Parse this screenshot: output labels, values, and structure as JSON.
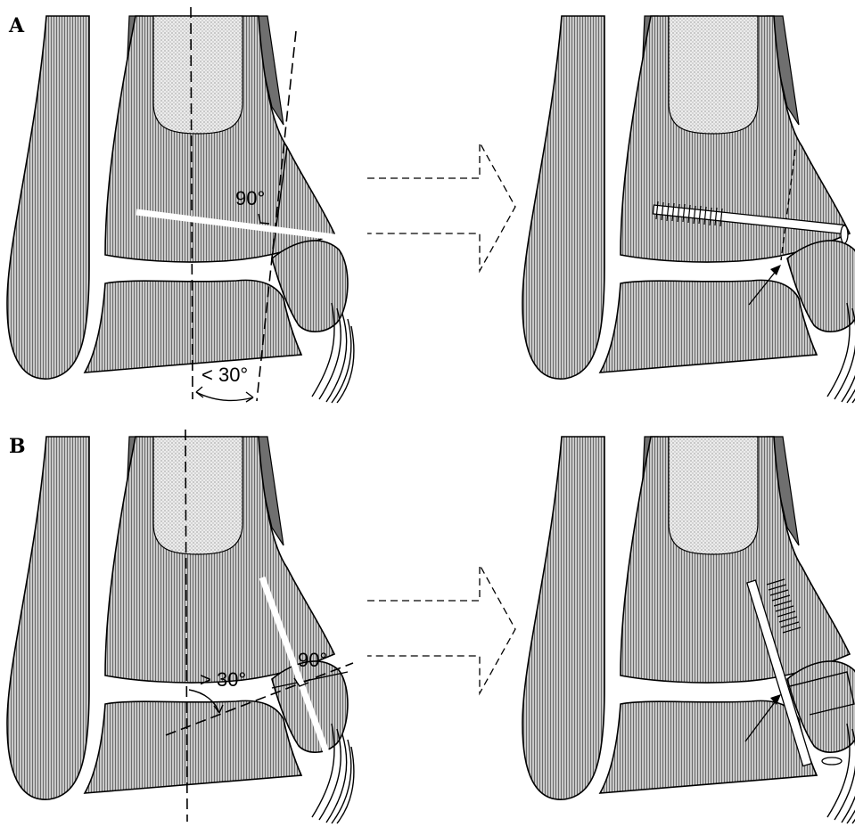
{
  "panels": [
    {
      "id": "A",
      "letter": "A",
      "right_angle_label": "90°",
      "angle_label": "< 30°"
    },
    {
      "id": "B",
      "letter": "B",
      "right_angle_label": "90°",
      "angle_label": "> 30°"
    }
  ]
}
